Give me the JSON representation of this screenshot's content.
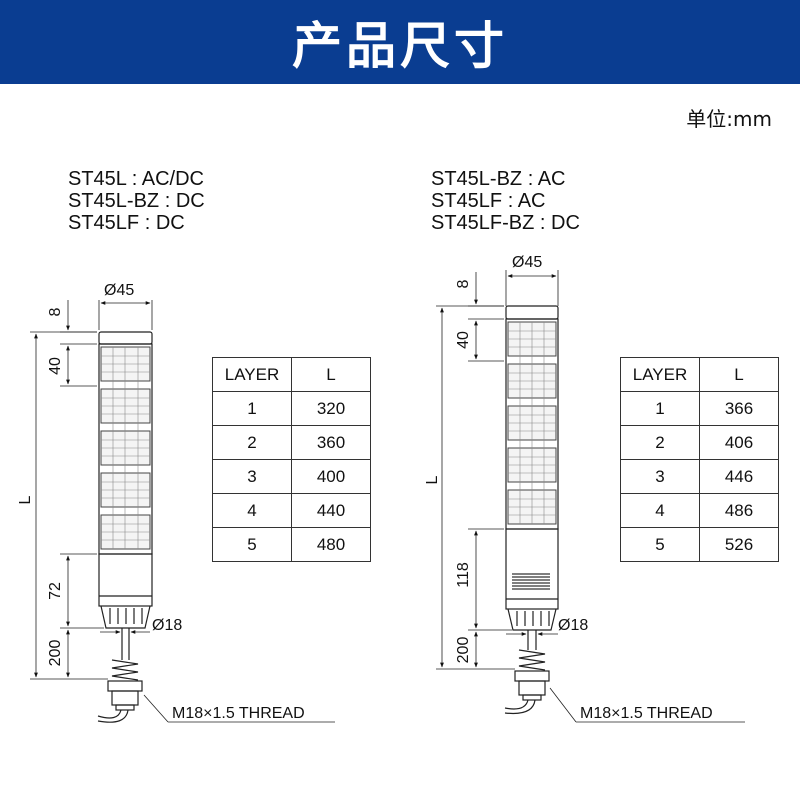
{
  "header": {
    "title": "产品尺寸",
    "bg_color": "#0a3d91"
  },
  "unit_label": "单位:mm",
  "left": {
    "models": [
      "ST45L : AC/DC",
      "ST45L-BZ : DC",
      "ST45LF : DC"
    ],
    "dims": {
      "diameter": "Ø45",
      "top": "8",
      "tier": "40",
      "L": "L",
      "base": "72",
      "cable_dia": "Ø18",
      "cable": "200",
      "thread": "M18×1.5 THREAD"
    },
    "table": {
      "headers": [
        "LAYER",
        "L"
      ],
      "rows": [
        [
          "1",
          "320"
        ],
        [
          "2",
          "360"
        ],
        [
          "3",
          "400"
        ],
        [
          "4",
          "440"
        ],
        [
          "5",
          "480"
        ]
      ]
    }
  },
  "right": {
    "models": [
      "ST45L-BZ : AC",
      "ST45LF : AC",
      "ST45LF-BZ : DC"
    ],
    "dims": {
      "diameter": "Ø45",
      "top": "8",
      "tier": "40",
      "L": "L",
      "base": "118",
      "cable_dia": "Ø18",
      "cable": "200",
      "thread": "M18×1.5 THREAD"
    },
    "table": {
      "headers": [
        "LAYER",
        "L"
      ],
      "rows": [
        [
          "1",
          "366"
        ],
        [
          "2",
          "406"
        ],
        [
          "3",
          "446"
        ],
        [
          "4",
          "486"
        ],
        [
          "5",
          "526"
        ]
      ]
    }
  }
}
